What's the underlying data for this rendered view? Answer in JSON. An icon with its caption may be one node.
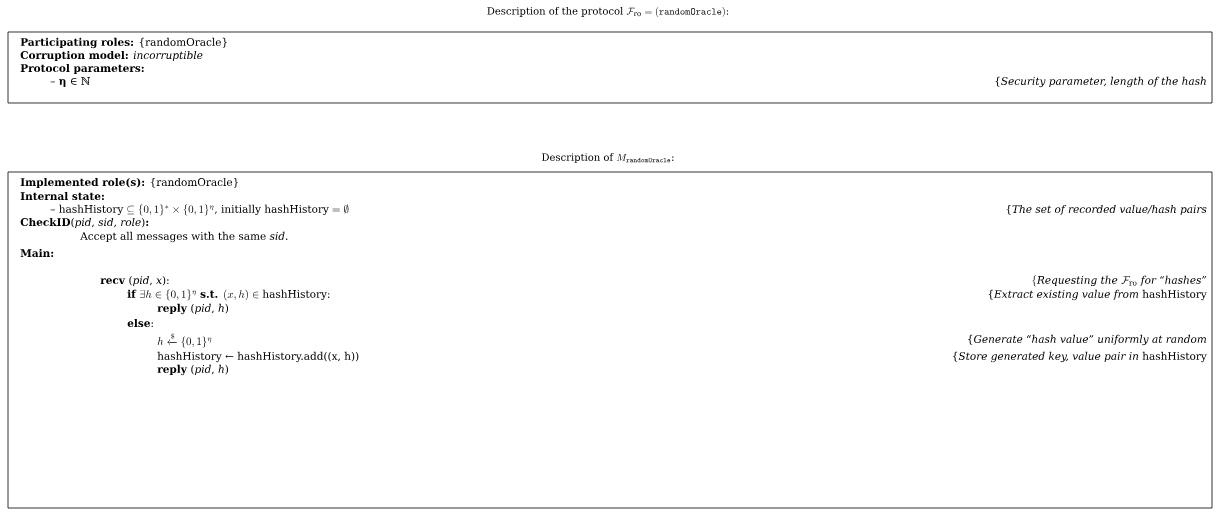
{
  "diagram": {
    "nodes": [
      {
        "text": [
          "\\text{Description of the protocol } \\mathcal{F}_{\\mathrm{ro}} = (\\texttt{randomOracle})\\text{:}",
          "**Participating roles:** {randomOracle}",
          "**Corruption model:** *incorruptible*",
          "**Protocol parameters:**",
          "– **η** ∈ ℕ",
          "{*Security parameter, length of the hash*"
        ]
      },
      {
        "text": [
          "\\text{Description of } M_{\\texttt{randomOracle}}\\text{:}",
          "**Implemented role(s):** {randomOracle}",
          "**Internal state:**",
          "\\text{– hashHistory} \\subseteq \\{0, 1\\}^{*} \\times \\{0, 1\\}^{\\eta}\\text{, initially hashHistory} = \\emptyset",
          "{*The set of recorded value/hash pairs*",
          "**CheckID**(*pid*, *sid*, *role*)**:**",
          "Accept all messages with the same *sid*.",
          "**Main:**",
          "**recv** (*pid*, *x*):",
          "\\{\\textit{Requesting the } \\mathcal{F}_{\\mathrm{ro}} \\textit{ for “hashes”}",
          "\\textbf{if } \\exists h \\in \\{0, 1\\}^{\\eta} \\ \\textbf{s.t. } (x, h) \\in \\text{hashHistory:}",
          "{*Extract existing value from* hashHistory",
          "**reply** (*pid*, *h*)",
          "**else**:",
          "h \\xleftarrow{\\$} \\{0, 1\\}^{\\eta}",
          "{*Generate “hash value” uniformly at random*",
          "hashHistory ← hashHistory.add((x, h))",
          "{*Store generated key, value pair in* hashHistory",
          "**reply** (*pid*, *h*)"
        ]
      }
    ]
  }
}
